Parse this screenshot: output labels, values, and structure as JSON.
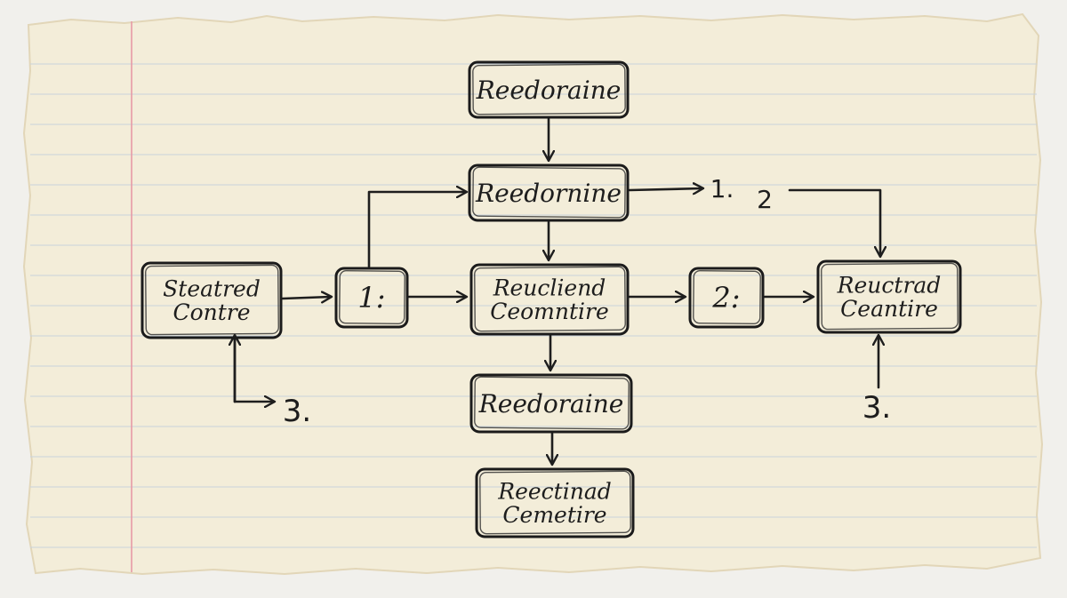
{
  "colors": {
    "paper": "#f3edd9",
    "paper_edge": "#e2d6b8",
    "rule_line": "#c9d3dc",
    "margin_line": "#e79aa6",
    "ink": "#1d1d1d"
  },
  "nodes": [
    {
      "id": "top",
      "lines": [
        "Reedoraine"
      ]
    },
    {
      "id": "second",
      "lines": [
        "Reedornine"
      ]
    },
    {
      "id": "left",
      "lines": [
        "Steatred",
        "Contre"
      ]
    },
    {
      "id": "step1",
      "lines": [
        "1:"
      ]
    },
    {
      "id": "center",
      "lines": [
        "Reucliend",
        "Ceomntire"
      ]
    },
    {
      "id": "step2",
      "lines": [
        "2:"
      ]
    },
    {
      "id": "right",
      "lines": [
        "Reuctrad",
        "Ceantire"
      ]
    },
    {
      "id": "fourth",
      "lines": [
        "Reedoraine"
      ]
    },
    {
      "id": "bottom",
      "lines": [
        "Reectinad",
        "Cemetire"
      ]
    }
  ],
  "labels": [
    {
      "id": "label-1",
      "text": "1."
    },
    {
      "id": "label-2",
      "text": "2"
    },
    {
      "id": "label-3-left",
      "text": "3."
    },
    {
      "id": "label-3-right",
      "text": "3."
    }
  ],
  "edges": [
    {
      "id": "top-to-second",
      "from": "top",
      "to": "second"
    },
    {
      "id": "second-to-center",
      "from": "second",
      "to": "center"
    },
    {
      "id": "second-to-label-1",
      "from": "second",
      "to": "label-1"
    },
    {
      "id": "step1-to-second",
      "from": "step1",
      "to": "second"
    },
    {
      "id": "left-to-step1",
      "from": "left",
      "to": "step1"
    },
    {
      "id": "step1-to-center",
      "from": "step1",
      "to": "center"
    },
    {
      "id": "center-to-step2",
      "from": "center",
      "to": "step2"
    },
    {
      "id": "step2-to-right",
      "from": "step2",
      "to": "right"
    },
    {
      "id": "label-2-to-right",
      "from": "label-2",
      "to": "right"
    },
    {
      "id": "center-to-fourth",
      "from": "center",
      "to": "fourth"
    },
    {
      "id": "fourth-to-bottom",
      "from": "fourth",
      "to": "bottom"
    },
    {
      "id": "left-to-label-3",
      "from": "left",
      "to": "label-3-left"
    },
    {
      "id": "label-3-to-right",
      "from": "label-3-right",
      "to": "right"
    }
  ]
}
